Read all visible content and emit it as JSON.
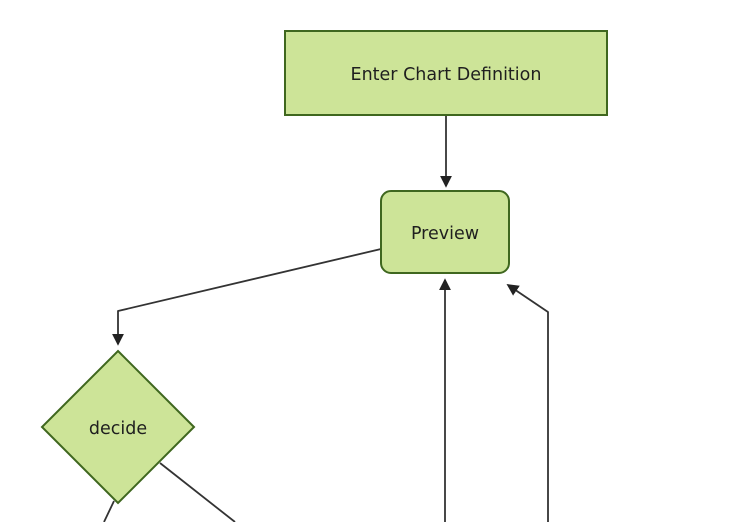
{
  "diagram": {
    "type": "flowchart",
    "direction": "top-down",
    "background": "#ffffff",
    "nodes": [
      {
        "id": "enter-chart-definition",
        "label": "Enter Chart Definition",
        "shape": "rectangle"
      },
      {
        "id": "preview",
        "label": "Preview",
        "shape": "rounded-rectangle"
      },
      {
        "id": "decide",
        "label": "decide",
        "shape": "diamond"
      }
    ],
    "edges": [
      {
        "from": "enter-chart-definition",
        "to": "preview",
        "arrowhead": true
      },
      {
        "from": "preview",
        "to": "decide",
        "arrowhead": true
      },
      {
        "from": "decide",
        "to": "offscreen-bottom-left",
        "arrowhead": false
      },
      {
        "from": "decide",
        "to": "offscreen-bottom-right",
        "arrowhead": false
      },
      {
        "from": "offscreen-bottom-center",
        "to": "preview",
        "arrowhead": true
      },
      {
        "from": "offscreen-bottom-right",
        "to": "preview",
        "arrowhead": true
      }
    ],
    "colors": {
      "node_fill": "#cde498",
      "node_border": "#3f671f",
      "edge_line": "#333333",
      "arrowhead": "#222222",
      "text": "#1f1f1f",
      "background": "#ffffff"
    }
  }
}
